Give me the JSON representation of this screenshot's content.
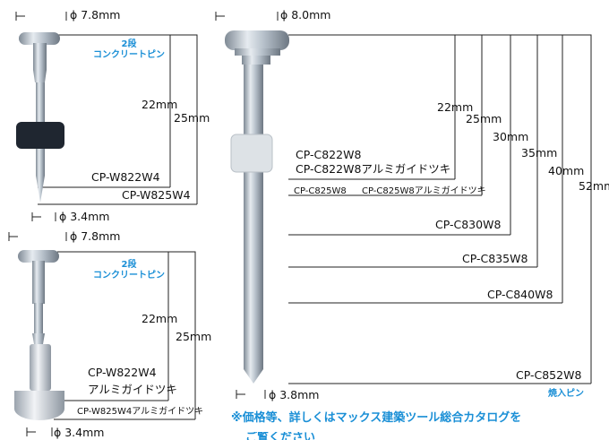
{
  "top_left_pin": {
    "head_diameter": "ϕ 7.8mm",
    "shank_diameter": "ϕ 3.4mm",
    "type_label": "2段\nコンクリートピン",
    "dim_22": "22mm",
    "dim_25": "25mm",
    "model_1": "CP-W822W4",
    "model_2": "CP-W825W4"
  },
  "bottom_left_pin": {
    "head_diameter": "ϕ 7.8mm",
    "shank_diameter": "ϕ 3.4mm",
    "type_label": "2段\nコンクリートピン",
    "dim_22": "22mm",
    "dim_25": "25mm",
    "model_1": "CP-W822W4",
    "model_1_sub": "アルミガイドツキ",
    "model_2": "CP-W825W4アルミガイドツキ"
  },
  "right_pin": {
    "head_diameter": "ϕ 8.0mm",
    "shank_diameter": "ϕ 3.8mm",
    "dims": [
      "22mm",
      "25mm",
      "30mm",
      "35mm",
      "40mm",
      "52mm"
    ],
    "model_822": "CP-C822W8",
    "model_822_guide": "CP-C822W8アルミガイドツキ",
    "model_825": "CP-C825W8",
    "model_825_guide": "CP-C825W8アルミガイドツキ",
    "model_830": "CP-C830W8",
    "model_835": "CP-C835W8",
    "model_840": "CP-C840W8",
    "model_852": "CP-C852W8",
    "type_label": "焼入ピン"
  },
  "footnote": "※価格等、詳しくはマックス建築ツール総合カタログを",
  "footnote_cut": "ご覧ください",
  "colors": {
    "accent": "#1a8fd6",
    "line": "#222222",
    "steel": "#b8c2cc"
  }
}
